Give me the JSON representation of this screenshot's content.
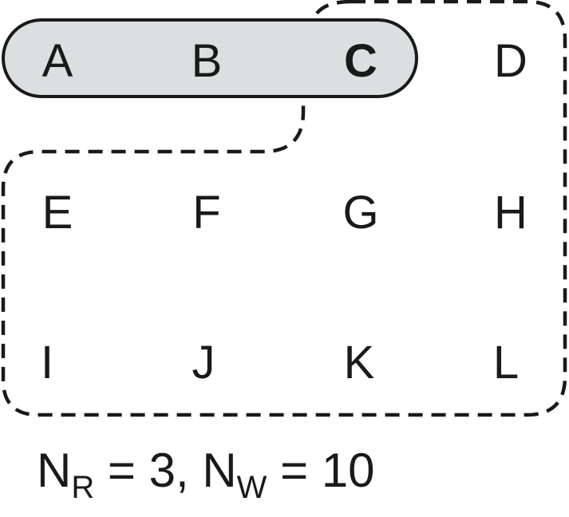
{
  "grid": {
    "row1": [
      "A",
      "B",
      "C",
      "D"
    ],
    "row2": [
      "E",
      "F",
      "G",
      "H"
    ],
    "row3": [
      "I",
      "J",
      "K",
      "L"
    ]
  },
  "caption": {
    "n_r_base": "N",
    "n_r_sub": "R",
    "n_r_value": " = 3, ",
    "n_w_base": "N",
    "n_w_sub": "W",
    "n_w_value": " = 10"
  },
  "colors": {
    "read_set_fill": "#dcdfe0",
    "stroke": "#1a1a1a"
  }
}
